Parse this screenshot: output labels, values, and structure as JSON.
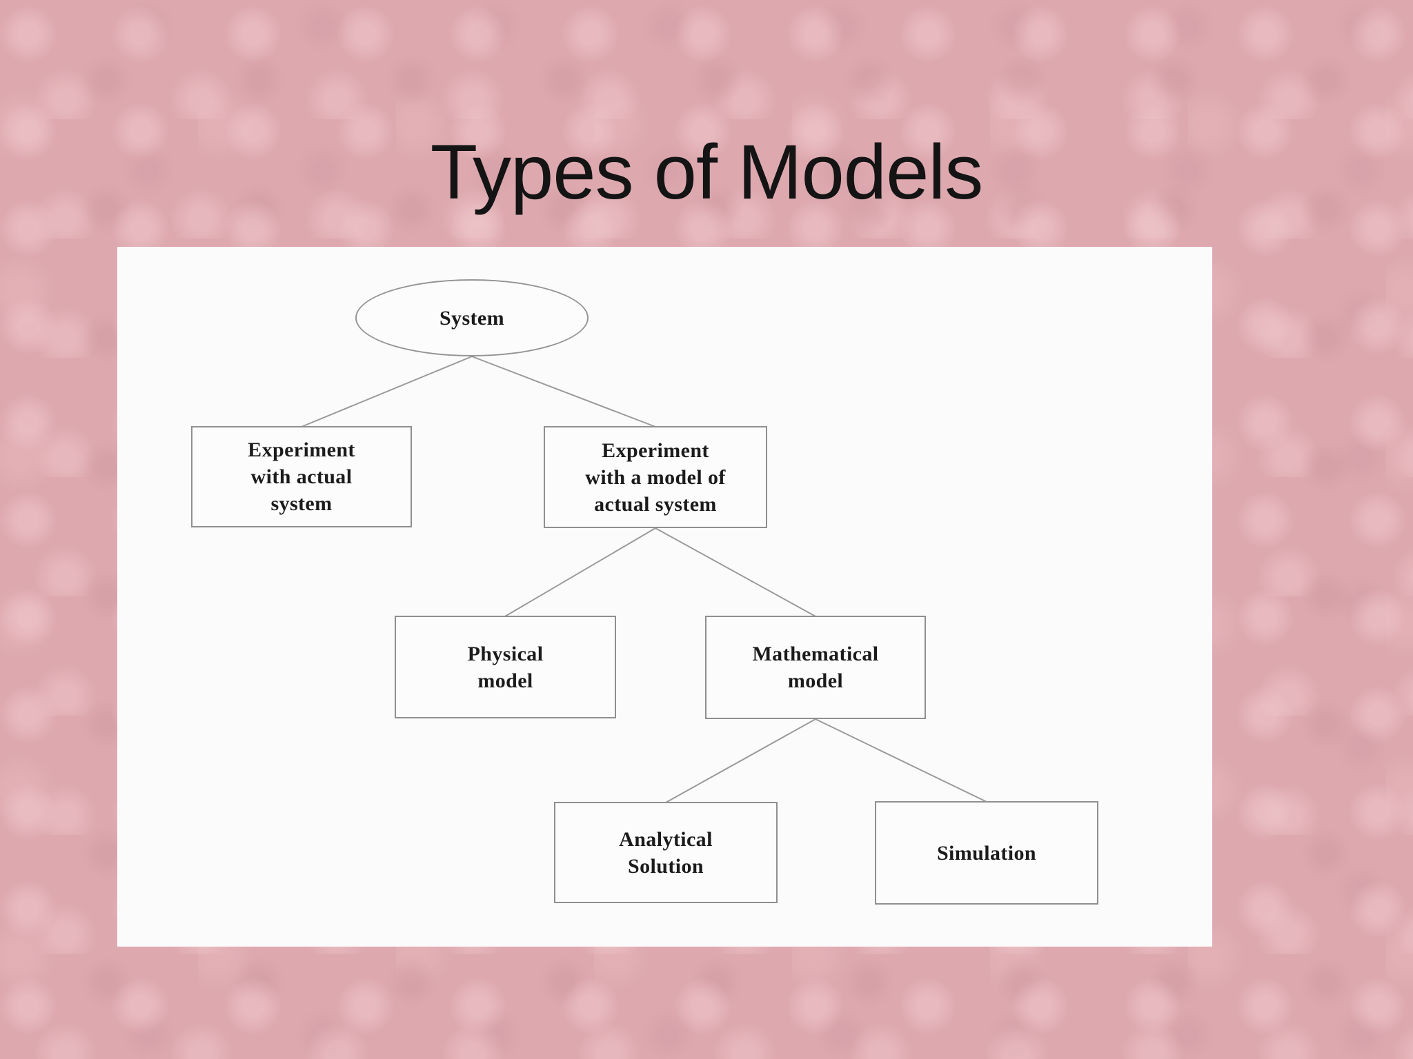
{
  "slide": {
    "title": "Types of Models"
  },
  "diagram": {
    "nodes": [
      {
        "id": "system",
        "shape": "ellipse",
        "label": "System"
      },
      {
        "id": "experiment-actual",
        "shape": "rect",
        "label": "Experiment\nwith actual\nsystem"
      },
      {
        "id": "experiment-model",
        "shape": "rect",
        "label": "Experiment\nwith a model of\nactual system"
      },
      {
        "id": "physical-model",
        "shape": "rect",
        "label": "Physical\nmodel"
      },
      {
        "id": "mathematical-model",
        "shape": "rect",
        "label": "Mathematical\nmodel"
      },
      {
        "id": "analytical-solution",
        "shape": "rect",
        "label": "Analytical\nSolution"
      },
      {
        "id": "simulation",
        "shape": "rect",
        "label": "Simulation"
      }
    ],
    "edges": [
      {
        "from": "system",
        "to": "experiment-actual"
      },
      {
        "from": "system",
        "to": "experiment-model"
      },
      {
        "from": "experiment-model",
        "to": "physical-model"
      },
      {
        "from": "experiment-model",
        "to": "mathematical-model"
      },
      {
        "from": "mathematical-model",
        "to": "analytical-solution"
      },
      {
        "from": "mathematical-model",
        "to": "simulation"
      }
    ]
  },
  "colors": {
    "background_pink": "#dda9af",
    "panel_white": "#fcfbfb",
    "node_border": "#8f8f8f",
    "connector_gray": "#9a9a9a",
    "text_dark": "#1b1b1b",
    "title_dark": "#141414"
  }
}
